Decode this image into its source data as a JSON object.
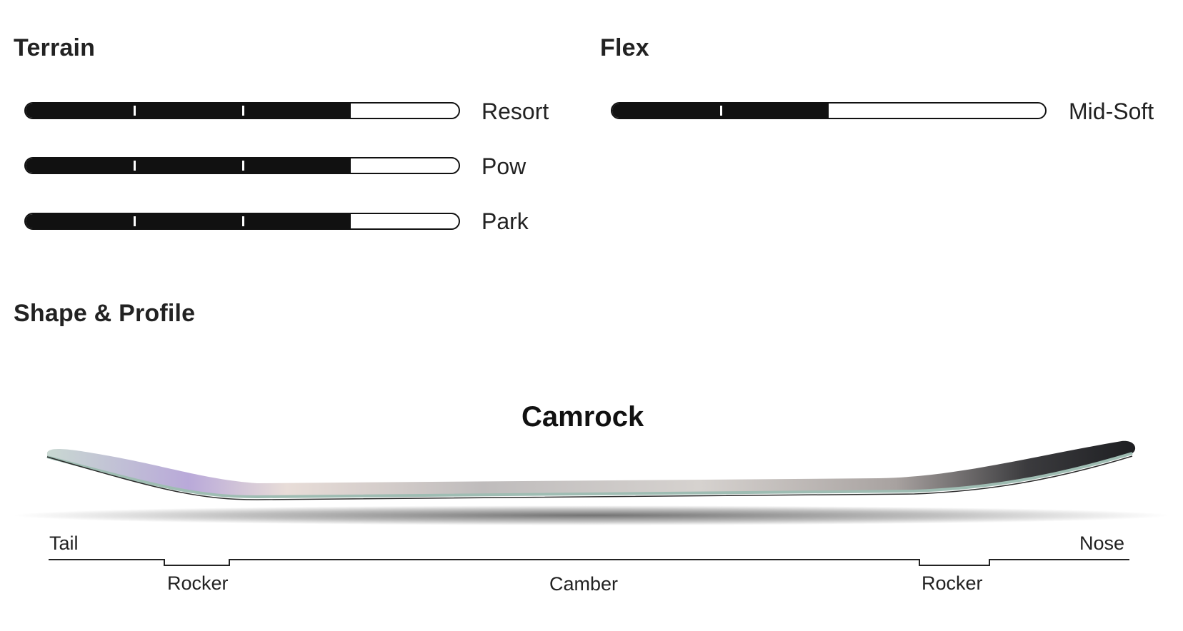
{
  "terrain": {
    "heading": "Terrain",
    "rows": [
      {
        "label": "Resort",
        "level": 0.75
      },
      {
        "label": "Pow",
        "level": 0.75
      },
      {
        "label": "Park",
        "level": 0.75
      }
    ]
  },
  "flex": {
    "heading": "Flex",
    "rows": [
      {
        "label": "Mid-Soft",
        "level": 0.5
      }
    ]
  },
  "shape_profile": {
    "heading": "Shape & Profile",
    "profile_name": "Camrock",
    "ends": {
      "tail": "Tail",
      "nose": "Nose"
    },
    "zones": {
      "left": "Rocker",
      "middle": "Camber",
      "right": "Rocker"
    }
  },
  "colors": {
    "bar_fill": "#111111",
    "text": "#222222"
  }
}
